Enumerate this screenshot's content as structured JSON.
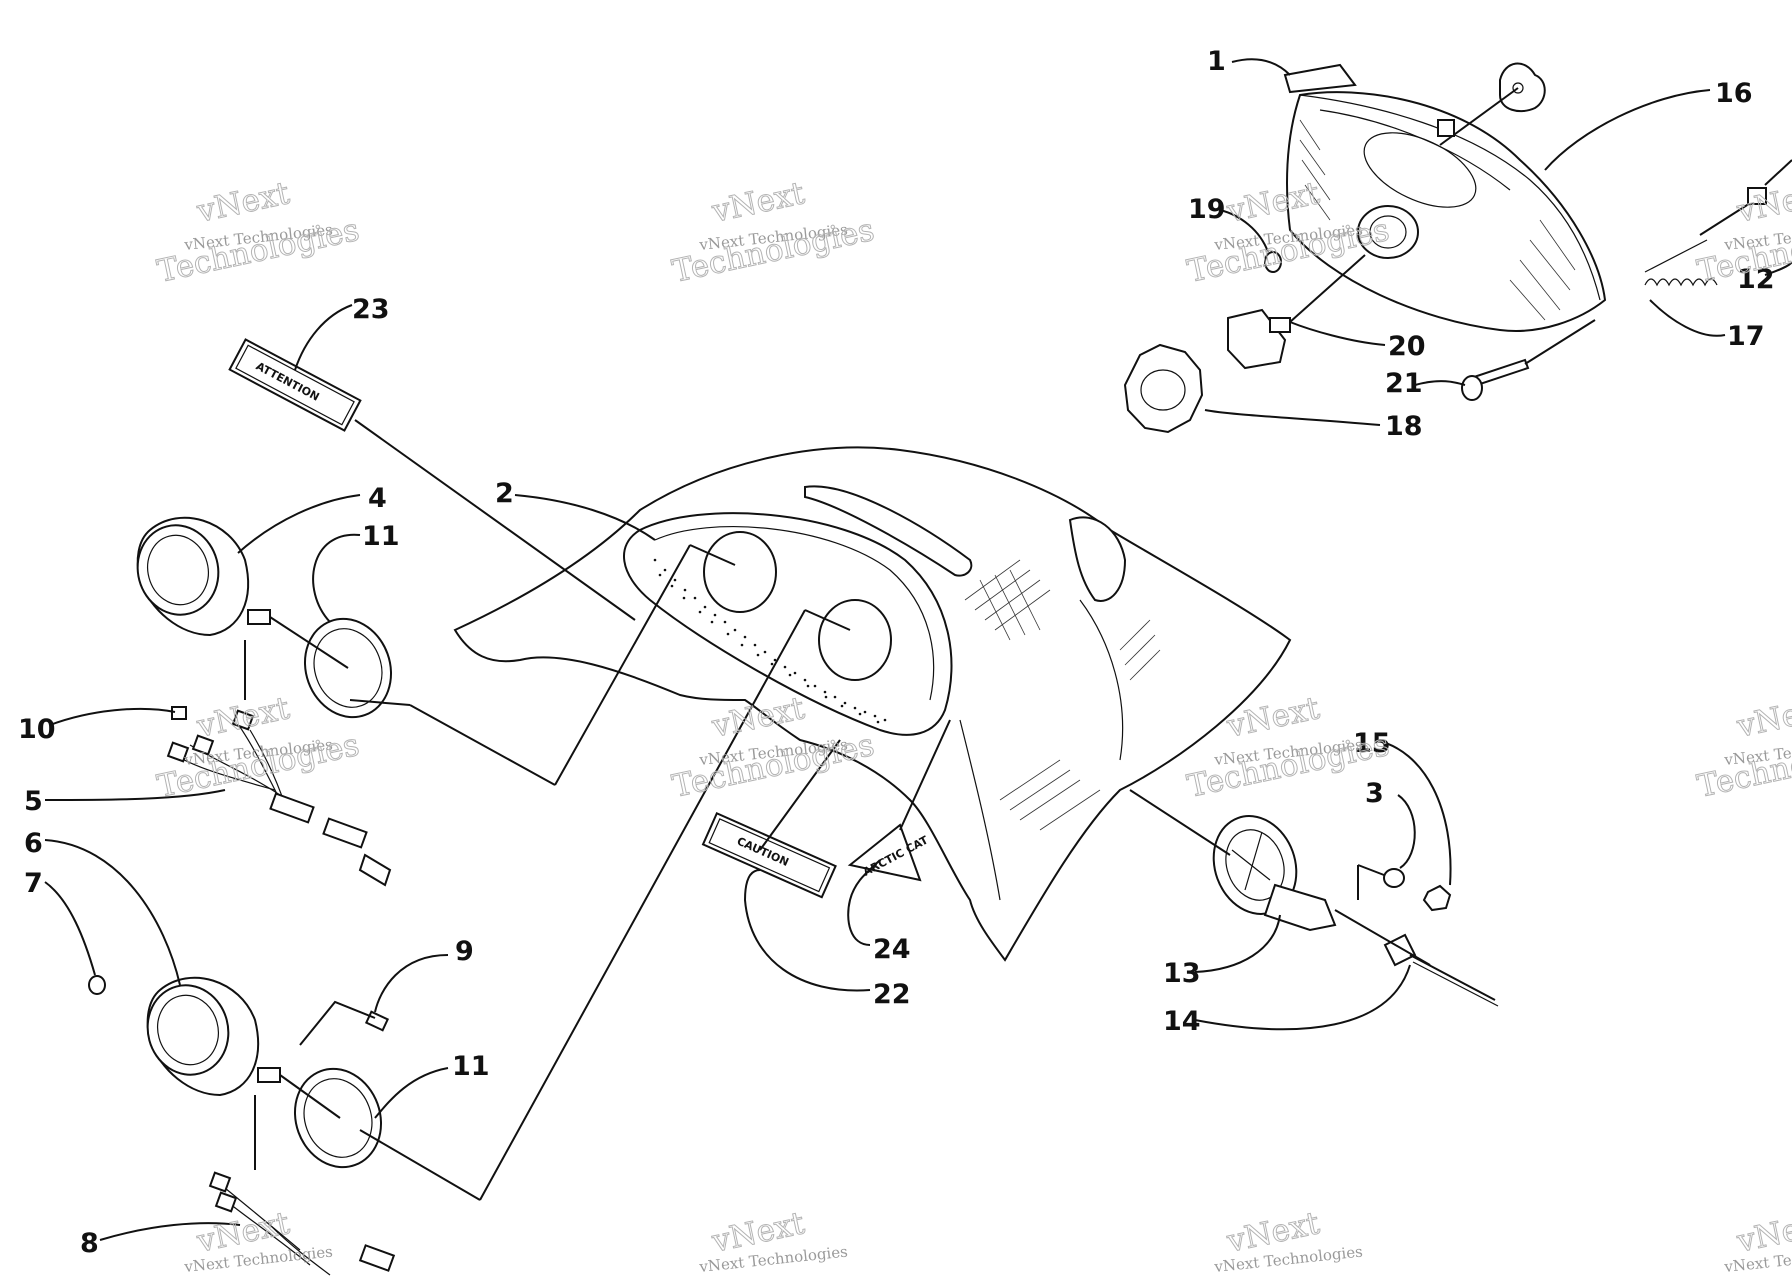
{
  "callouts": [
    {
      "id": "1",
      "text": "1"
    },
    {
      "id": "2",
      "text": "2"
    },
    {
      "id": "3",
      "text": "3"
    },
    {
      "id": "4",
      "text": "4"
    },
    {
      "id": "5",
      "text": "5"
    },
    {
      "id": "6",
      "text": "6"
    },
    {
      "id": "7",
      "text": "7"
    },
    {
      "id": "8",
      "text": "8"
    },
    {
      "id": "9",
      "text": "9"
    },
    {
      "id": "10",
      "text": "10"
    },
    {
      "id": "11a",
      "text": "11"
    },
    {
      "id": "11b",
      "text": "11"
    },
    {
      "id": "12",
      "text": "12"
    },
    {
      "id": "13",
      "text": "13"
    },
    {
      "id": "14",
      "text": "14"
    },
    {
      "id": "15",
      "text": "15"
    },
    {
      "id": "16",
      "text": "16"
    },
    {
      "id": "17",
      "text": "17"
    },
    {
      "id": "18",
      "text": "18"
    },
    {
      "id": "19",
      "text": "19"
    },
    {
      "id": "20",
      "text": "20"
    },
    {
      "id": "21",
      "text": "21"
    },
    {
      "id": "22",
      "text": "22"
    },
    {
      "id": "23",
      "text": "23"
    },
    {
      "id": "24",
      "text": "24"
    }
  ],
  "decals": {
    "attention": "ATTENTION",
    "caution": "CAUTION",
    "brand": "ARCTIC CAT"
  },
  "watermark": {
    "line1": "vNext",
    "line2": "vNext Technologies",
    "line3": "Technologies"
  },
  "colors": {
    "ink": "#111111",
    "watermark": "#9a9a9a"
  }
}
